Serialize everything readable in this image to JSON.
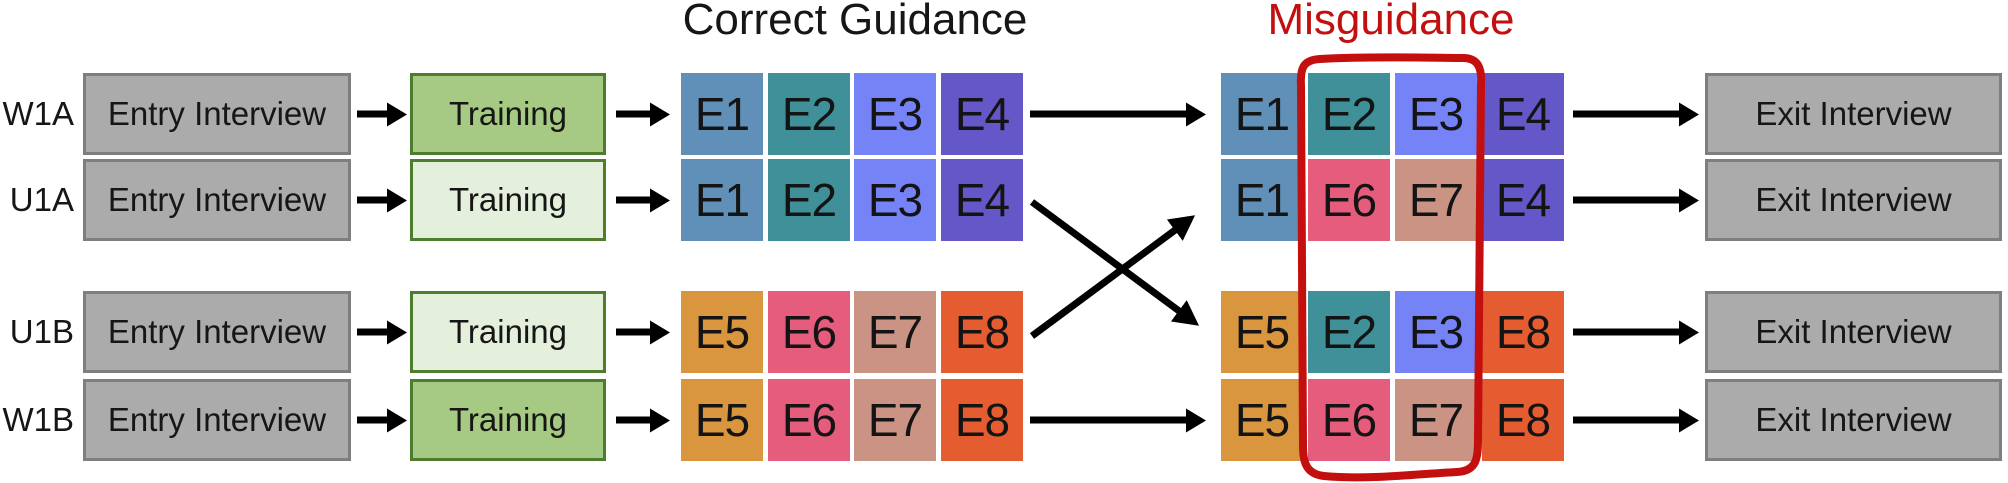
{
  "titles": {
    "correct": "Correct Guidance",
    "misguidance": "Misguidance"
  },
  "labels": {
    "entry": "Entry Interview",
    "training": "Training",
    "exit": "Exit Interview"
  },
  "colors": {
    "text": "#161616",
    "arrow_black": "#000000",
    "box_gray_fill": "#ababab",
    "box_gray_border": "#7e7e7e",
    "training_strong_fill": "#a6ca83",
    "training_light_fill": "#e4f0dc",
    "training_border": "#4e7d2e",
    "annotation_red": "#c3100f",
    "exams": {
      "E1": "#6090b8",
      "E2": "#40909a",
      "E3": "#7583f7",
      "E4": "#6457c8",
      "E5": "#da963f",
      "E6": "#e55c7c",
      "E7": "#ca9384",
      "E8": "#e55c31"
    }
  },
  "rows": [
    {
      "id": "W1A",
      "training_variant": "strong",
      "mid_arrow": "straight",
      "exams_before": [
        "E1",
        "E2",
        "E3",
        "E4"
      ],
      "exams_after": [
        "E1",
        "E2",
        "E3",
        "E4"
      ]
    },
    {
      "id": "U1A",
      "training_variant": "light",
      "mid_arrow": "cross-down",
      "exams_before": [
        "E1",
        "E2",
        "E3",
        "E4"
      ],
      "exams_after": [
        "E1",
        "E6",
        "E7",
        "E4"
      ]
    },
    {
      "id": "U1B",
      "training_variant": "light",
      "mid_arrow": "cross-up",
      "exams_before": [
        "E5",
        "E6",
        "E7",
        "E8"
      ],
      "exams_after": [
        "E5",
        "E2",
        "E3",
        "E8"
      ]
    },
    {
      "id": "W1B",
      "training_variant": "strong",
      "mid_arrow": "straight",
      "exams_before": [
        "E5",
        "E6",
        "E7",
        "E8"
      ],
      "exams_after": [
        "E5",
        "E6",
        "E7",
        "E8"
      ]
    }
  ]
}
